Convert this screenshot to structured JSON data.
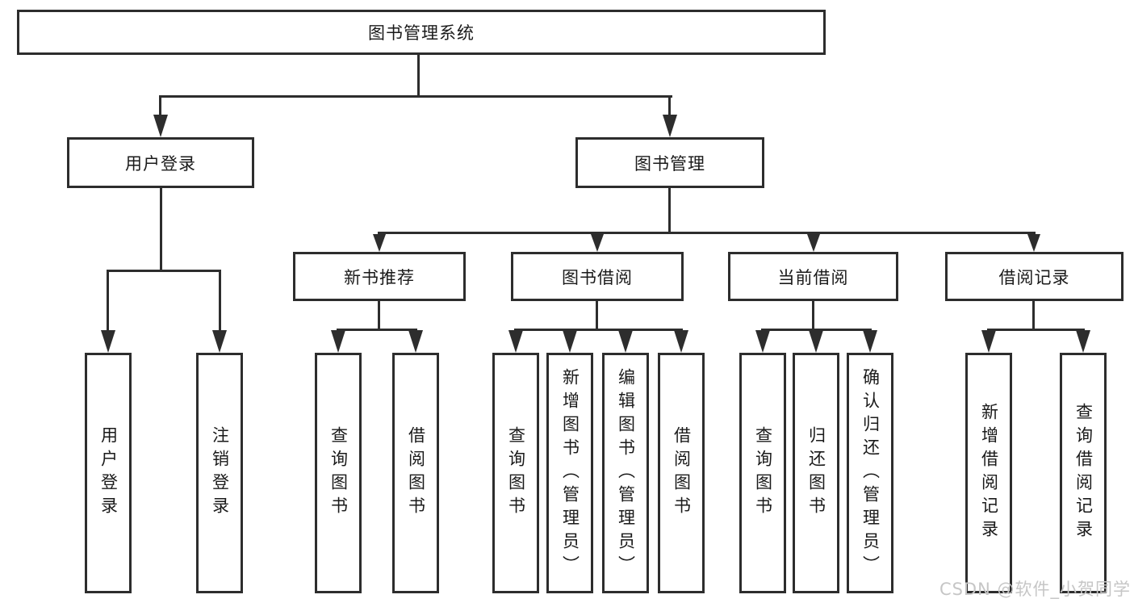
{
  "diagram": {
    "type": "hierarchy-structure-chart",
    "root_label": "图书管理系统"
  },
  "nodes": {
    "root": "图书管理系统",
    "user_login": "用户登录",
    "book_mgmt": "图书管理",
    "new_books": "新书推荐",
    "book_borrow": "图书借阅",
    "current_borrow": "当前借阅",
    "borrow_records": "借阅记录",
    "leaves": {
      "user_login": [
        "用户登录",
        "注销登录"
      ],
      "new_books": [
        "查询图书",
        "借阅图书"
      ],
      "book_borrow": [
        "查询图书",
        "新增图书（管理员）",
        "编辑图书（管理员）",
        "借阅图书"
      ],
      "current_borrow": [
        "查询图书",
        "归还图书",
        "确认归还（管理员）"
      ],
      "borrow_records": [
        "新增借阅记录",
        "查询借阅记录"
      ]
    }
  },
  "watermark": "CSDN @软件_小贺同学",
  "colors": {
    "line": "#2d2d2d",
    "text": "#1a1a1a",
    "background": "#ffffff",
    "watermark": "#c6c6c6"
  }
}
